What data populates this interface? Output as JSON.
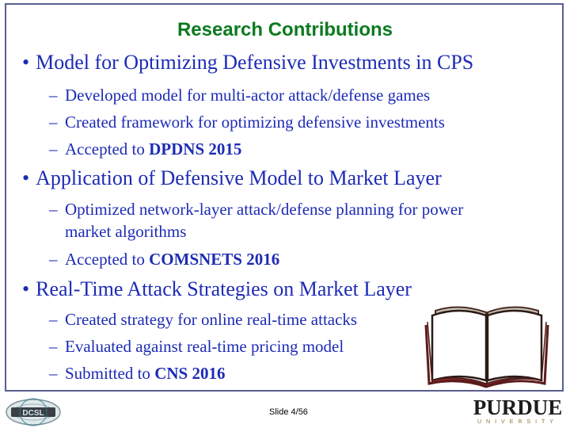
{
  "slide": {
    "title": "Research Contributions",
    "bullets": [
      {
        "text": "Model for Optimizing Defensive Investments in CPS",
        "sub": [
          {
            "text": "Developed model for multi-actor attack/defense games"
          },
          {
            "text": "Created framework for optimizing defensive investments"
          },
          {
            "prefix": "Accepted to ",
            "bold": "DPDNS 2015"
          }
        ]
      },
      {
        "text": "Application of Defensive Model to Market Layer",
        "sub": [
          {
            "line1": "Optimized network-layer attack/defense planning for power",
            "line2": "market algorithms"
          },
          {
            "prefix": "Accepted to ",
            "bold": "COMSNETS 2016"
          }
        ]
      },
      {
        "text": "Real-Time Attack Strategies on Market Layer",
        "sub": [
          {
            "text": "Created strategy for online real-time attacks"
          },
          {
            "text": "Evaluated against real-time pricing model"
          },
          {
            "prefix": "Submitted to ",
            "bold": "CNS 2016"
          }
        ]
      }
    ]
  },
  "footer": {
    "slide_number": "Slide 4/56",
    "left_logo": "DCSL",
    "university_name": "PURDUE",
    "university_sub": "UNIVERSITY"
  },
  "icons": {
    "book": "open-book-icon",
    "dcsl": "dcsl-logo",
    "purdue": "purdue-logo"
  },
  "colors": {
    "title": "#0c7a1f",
    "text": "#1d2bb5",
    "frame": "#5a5f8f",
    "university_sub": "#8b7139"
  }
}
